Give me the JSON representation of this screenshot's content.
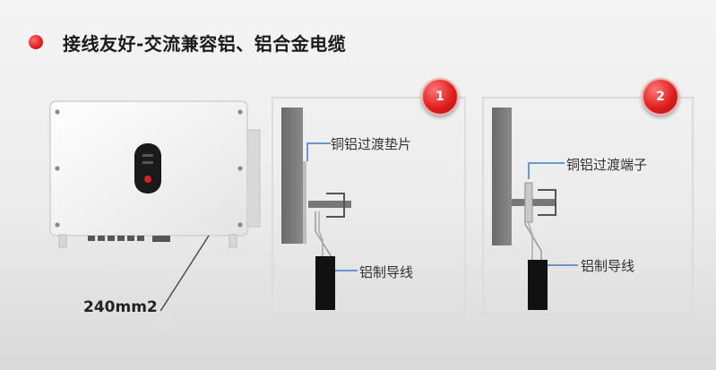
{
  "header": {
    "title": "接线友好-交流兼容铝、铝合金电缆"
  },
  "steps": [
    {
      "badge": "1",
      "labels": {
        "top": "铜铝过渡垫片",
        "bottom": "铝制导线"
      }
    },
    {
      "badge": "2",
      "labels": {
        "top": "铜铝过渡端子",
        "bottom": "铝制导线"
      }
    }
  ],
  "cable": {
    "size_label": "240mm2"
  },
  "colors": {
    "accent": "#e02020",
    "leader": "#3a7fc8"
  }
}
